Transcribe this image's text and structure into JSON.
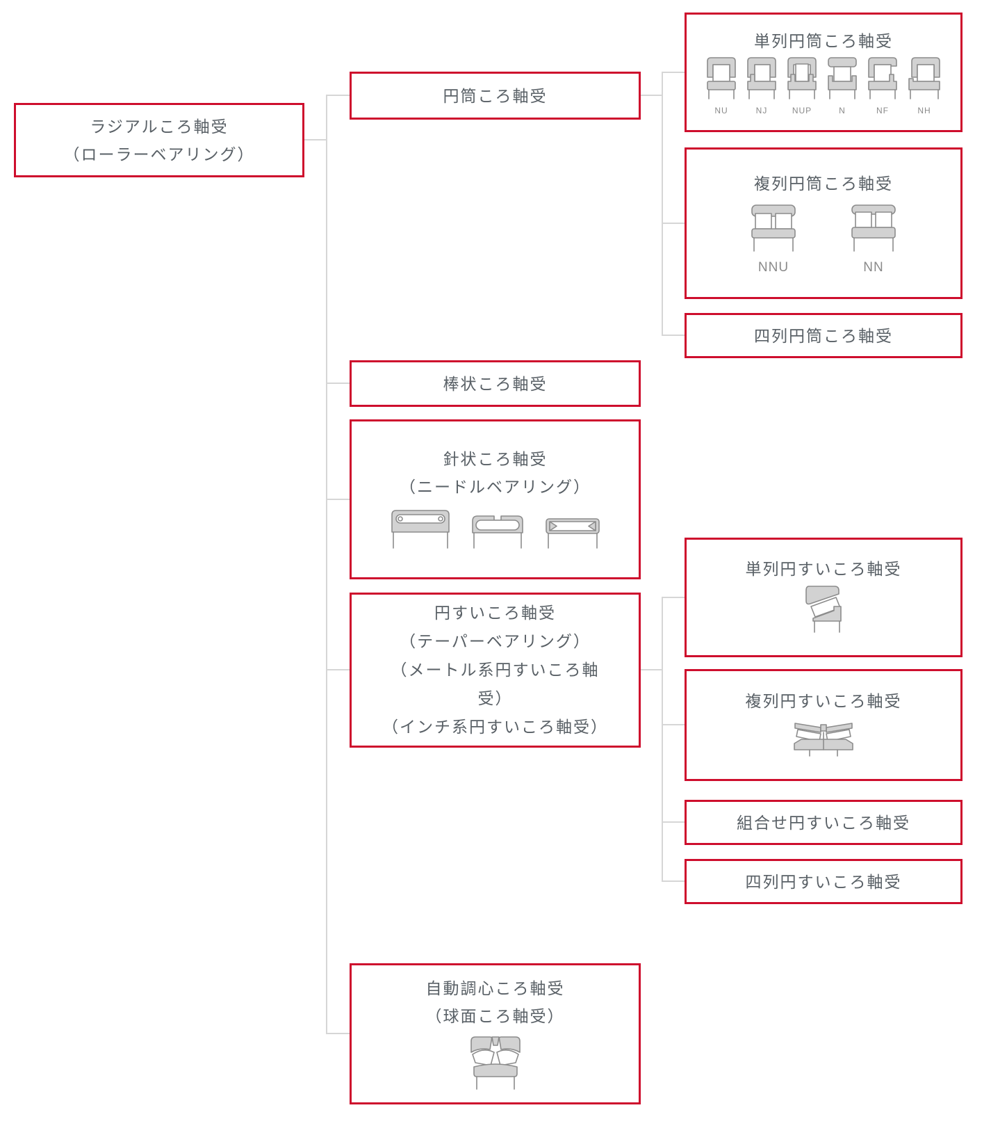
{
  "diagram": {
    "colors": {
      "accent": "#CE0E2D",
      "text": "#596066",
      "connector": "#D6D6D6",
      "icon_fill": "#D2D2D2",
      "icon_stroke": "#8C8C8C",
      "variant_label": "#8A8A8A"
    },
    "root": {
      "lines": [
        "ラジアルころ軸受",
        "（ローラーベアリング）"
      ]
    },
    "middle": [
      {
        "label": "円筒ころ軸受"
      },
      {
        "label": "棒状ころ軸受"
      },
      {
        "lines": [
          "針状ころ軸受",
          "（ニードルベアリング）"
        ]
      },
      {
        "lines": [
          "円すいころ軸受",
          "（テーパーベアリング）",
          "（メートル系円すいころ軸",
          "受）",
          "（インチ系円すいころ軸受）"
        ]
      },
      {
        "lines": [
          "自動調心ころ軸受",
          "（球面ころ軸受）"
        ]
      }
    ],
    "right": [
      {
        "title": "単列円筒ころ軸受",
        "variants": [
          "NU",
          "NJ",
          "NUP",
          "N",
          "NF",
          "NH"
        ]
      },
      {
        "title": "複列円筒ころ軸受",
        "variants": [
          "NNU",
          "NN"
        ]
      },
      {
        "title": "四列円筒ころ軸受"
      },
      {
        "title": "単列円すいころ軸受"
      },
      {
        "title": "複列円すいころ軸受"
      },
      {
        "title": "組合せ円すいころ軸受"
      },
      {
        "title": "四列円すいころ軸受"
      }
    ]
  }
}
